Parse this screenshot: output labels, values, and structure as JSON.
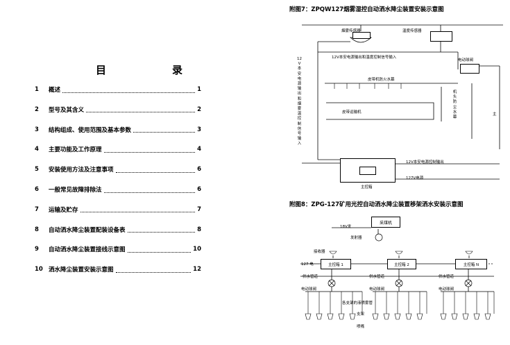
{
  "toc": {
    "title": "目　录",
    "items": [
      {
        "num": "1",
        "text": "概述",
        "page": "1"
      },
      {
        "num": "2",
        "text": "型号及其含义",
        "page": "2"
      },
      {
        "num": "3",
        "text": "结构组成、使用范围及基本参数",
        "page": "3"
      },
      {
        "num": "4",
        "text": "主要功能及工作原理",
        "page": "4"
      },
      {
        "num": "5",
        "text": "安装使用方法及注意事项",
        "page": "6"
      },
      {
        "num": "6",
        "text": "一般常见故障排除法",
        "page": "6"
      },
      {
        "num": "7",
        "text": "运输及贮存",
        "page": "7"
      },
      {
        "num": "8",
        "text": "自动洒水降尘装置配装设备表",
        "page": "8"
      },
      {
        "num": "9",
        "text": "自动洒水降尘装置接线示意图",
        "page": "10"
      },
      {
        "num": "10",
        "text": "洒水降尘装置安装示意图",
        "page": "12"
      }
    ]
  },
  "fig7": {
    "caption": "附图7：ZPQW127烟雾湿控自动洒水降尘装置安装示意图",
    "smoke_sensor": "烟雾传感器",
    "temp_sensor": "温度传感器",
    "electric_valve": "电动球阀",
    "left_vertical": "12V本安电源输出和烟雾温控制信号输入",
    "top_signal": "12V本安电源输出和温度控制信号输入",
    "nozzle_label": "皮带机防火水幕",
    "conveyor": "皮带运输机",
    "side_nozzle": "机头防尘水幕",
    "main_pipe": "主",
    "ctrl_out": "12V本安电源控制输出",
    "power_127": "127V电源",
    "main_box": "主控箱"
  },
  "fig8": {
    "caption": "附图8：ZPG-127矿用光控自动洒水降尘装置移架洒水安装示意图",
    "collector": "采煤机",
    "v18": "18V发",
    "emitter": "发射器",
    "receiver": "接收器",
    "v127": "127 电",
    "box1": "主控箱 1",
    "box2": "主控箱 2",
    "boxN": "主控箱 N",
    "water_pipe": "供水管道",
    "valve": "电动球阀",
    "branch": "各支架的液喷雾管",
    "support": "支架",
    "nozzle": "喷嘴"
  }
}
